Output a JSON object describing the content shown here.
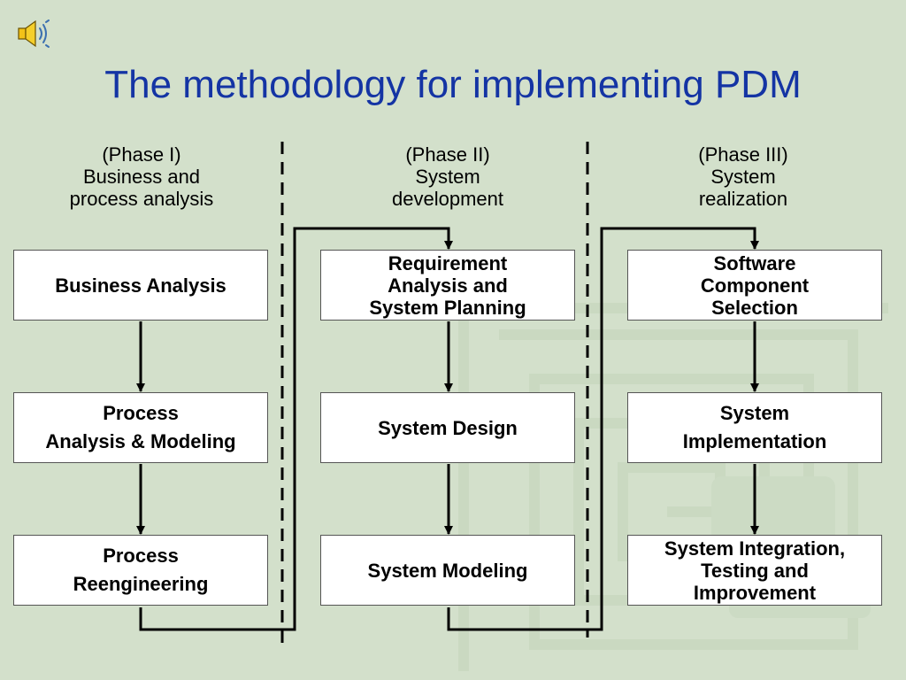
{
  "slide": {
    "title": "The methodology for implementing PDM"
  },
  "icons": {
    "audio": "speaker-icon"
  },
  "colors": {
    "background": "#d3e0cb",
    "title": "#1434a4",
    "box_fill": "#ffffff",
    "line": "#000000"
  },
  "phases": [
    {
      "label": "(Phase I)",
      "name_lines": [
        "Business and",
        "process analysis"
      ],
      "steps": [
        {
          "lines": [
            "Business Analysis"
          ]
        },
        {
          "lines": [
            "Process",
            "Analysis & Modeling"
          ]
        },
        {
          "lines": [
            "Process",
            "Reengineering"
          ]
        }
      ]
    },
    {
      "label": "(Phase II)",
      "name_lines": [
        "System",
        "development"
      ],
      "steps": [
        {
          "lines": [
            "Requirement",
            "Analysis and",
            "System Planning"
          ]
        },
        {
          "lines": [
            "System Design"
          ]
        },
        {
          "lines": [
            "System Modeling"
          ]
        }
      ]
    },
    {
      "label": "(Phase III)",
      "name_lines": [
        "System",
        "realization"
      ],
      "steps": [
        {
          "lines": [
            "Software",
            "Component",
            "Selection"
          ]
        },
        {
          "lines": [
            "System",
            "Implementation"
          ]
        },
        {
          "lines": [
            "System Integration,",
            "Testing and",
            "Improvement"
          ]
        }
      ]
    }
  ]
}
